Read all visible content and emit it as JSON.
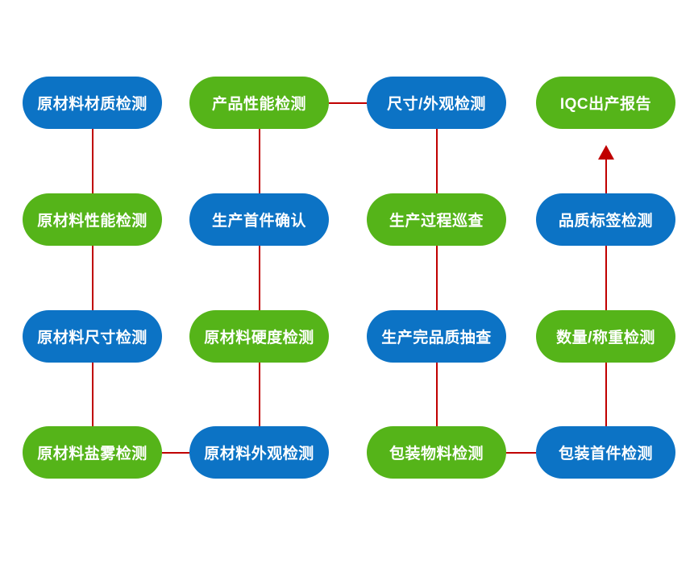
{
  "colors": {
    "node_blue": "#0c73c5",
    "node_green": "#55b419",
    "connector_red": "#c00000",
    "node_text": "#ffffff",
    "background": "#ffffff"
  },
  "diagram": {
    "type": "flowchart",
    "nodes": [
      {
        "id": "c1r1",
        "label": "原材料材质检测",
        "color": "blue",
        "col": 1,
        "row": 1
      },
      {
        "id": "c2r1",
        "label": "产品性能检测",
        "color": "green",
        "col": 2,
        "row": 1
      },
      {
        "id": "c3r1",
        "label": "尺寸/外观检测",
        "color": "blue",
        "col": 3,
        "row": 1
      },
      {
        "id": "c4r1",
        "label": "IQC出产报告",
        "color": "green",
        "col": 4,
        "row": 1
      },
      {
        "id": "c1r2",
        "label": "原材料性能检测",
        "color": "green",
        "col": 1,
        "row": 2
      },
      {
        "id": "c2r2",
        "label": "生产首件确认",
        "color": "blue",
        "col": 2,
        "row": 2
      },
      {
        "id": "c3r2",
        "label": "生产过程巡查",
        "color": "green",
        "col": 3,
        "row": 2
      },
      {
        "id": "c4r2",
        "label": "品质标签检测",
        "color": "blue",
        "col": 4,
        "row": 2
      },
      {
        "id": "c1r3",
        "label": "原材料尺寸检测",
        "color": "blue",
        "col": 1,
        "row": 3
      },
      {
        "id": "c2r3",
        "label": "原材料硬度检测",
        "color": "green",
        "col": 2,
        "row": 3
      },
      {
        "id": "c3r3",
        "label": "生产完品质抽查",
        "color": "blue",
        "col": 3,
        "row": 3
      },
      {
        "id": "c4r3",
        "label": "数量/称重检测",
        "color": "green",
        "col": 4,
        "row": 3
      },
      {
        "id": "c1r4",
        "label": "原材料盐雾检测",
        "color": "green",
        "col": 1,
        "row": 4
      },
      {
        "id": "c2r4",
        "label": "原材料外观检测",
        "color": "blue",
        "col": 2,
        "row": 4
      },
      {
        "id": "c3r4",
        "label": "包装物料检测",
        "color": "green",
        "col": 3,
        "row": 4
      },
      {
        "id": "c4r4",
        "label": "包装首件检测",
        "color": "blue",
        "col": 4,
        "row": 4
      }
    ],
    "edges": [
      {
        "from": "c1r1",
        "to": "c1r2",
        "type": "line"
      },
      {
        "from": "c1r2",
        "to": "c1r3",
        "type": "line"
      },
      {
        "from": "c1r3",
        "to": "c1r4",
        "type": "line"
      },
      {
        "from": "c1r4",
        "to": "c2r4",
        "type": "line"
      },
      {
        "from": "c2r4",
        "to": "c2r3",
        "type": "line"
      },
      {
        "from": "c2r3",
        "to": "c2r2",
        "type": "line"
      },
      {
        "from": "c2r2",
        "to": "c2r1",
        "type": "line"
      },
      {
        "from": "c2r1",
        "to": "c3r1",
        "type": "line"
      },
      {
        "from": "c3r1",
        "to": "c3r2",
        "type": "line"
      },
      {
        "from": "c3r2",
        "to": "c3r3",
        "type": "line"
      },
      {
        "from": "c3r3",
        "to": "c3r4",
        "type": "line"
      },
      {
        "from": "c3r4",
        "to": "c4r4",
        "type": "line"
      },
      {
        "from": "c4r4",
        "to": "c4r3",
        "type": "line"
      },
      {
        "from": "c4r3",
        "to": "c4r2",
        "type": "line"
      },
      {
        "from": "c4r2",
        "to": "c4r1",
        "type": "arrow"
      }
    ]
  }
}
